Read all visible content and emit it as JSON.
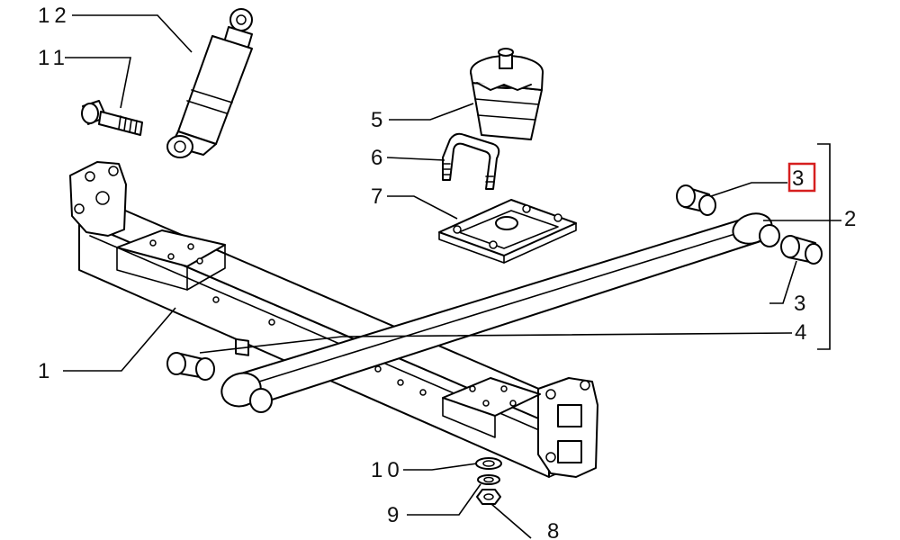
{
  "diagram": {
    "labels": {
      "l1": "1",
      "l2": "2",
      "l3_top": "3",
      "l3_bottom": "3",
      "l4": "4",
      "l5": "5",
      "l6": "6",
      "l7": "7",
      "l8": "8",
      "l9": "9",
      "l10": "10",
      "l11": "11",
      "l12": "12"
    },
    "highlight_color": "#d61f1f"
  }
}
